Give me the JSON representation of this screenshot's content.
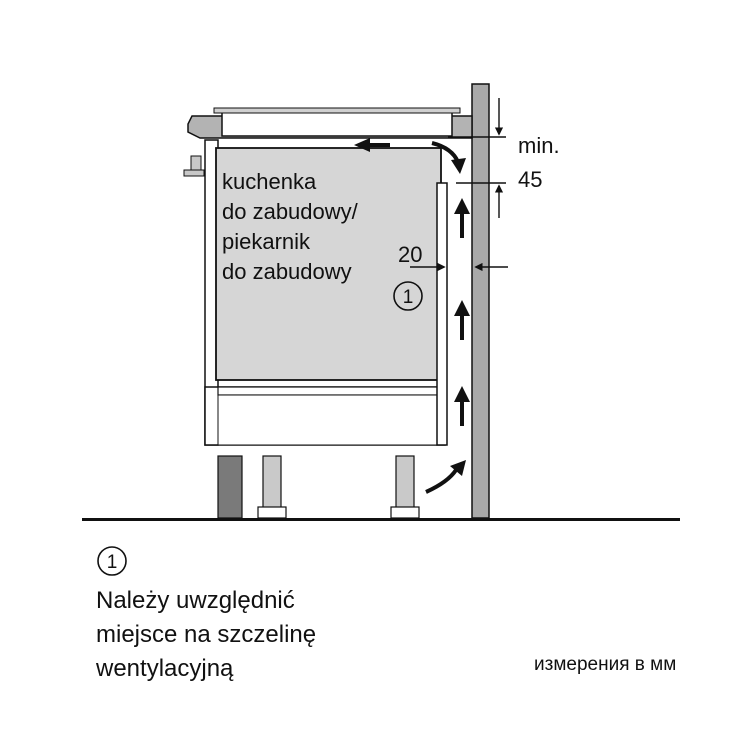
{
  "diagram": {
    "appliance_label": [
      "kuchenka",
      "do zabudowy/",
      "piekarnik",
      "do zabudowy"
    ],
    "callout_number": "1",
    "gap_dimension": "20",
    "min_dimension": [
      "min.",
      "45"
    ]
  },
  "legend": {
    "number": "1",
    "lines": [
      "Należy uwzględnić",
      "miejsce na szczelinę",
      "wentylacyjną"
    ]
  },
  "units_note": "измерения в мм"
}
